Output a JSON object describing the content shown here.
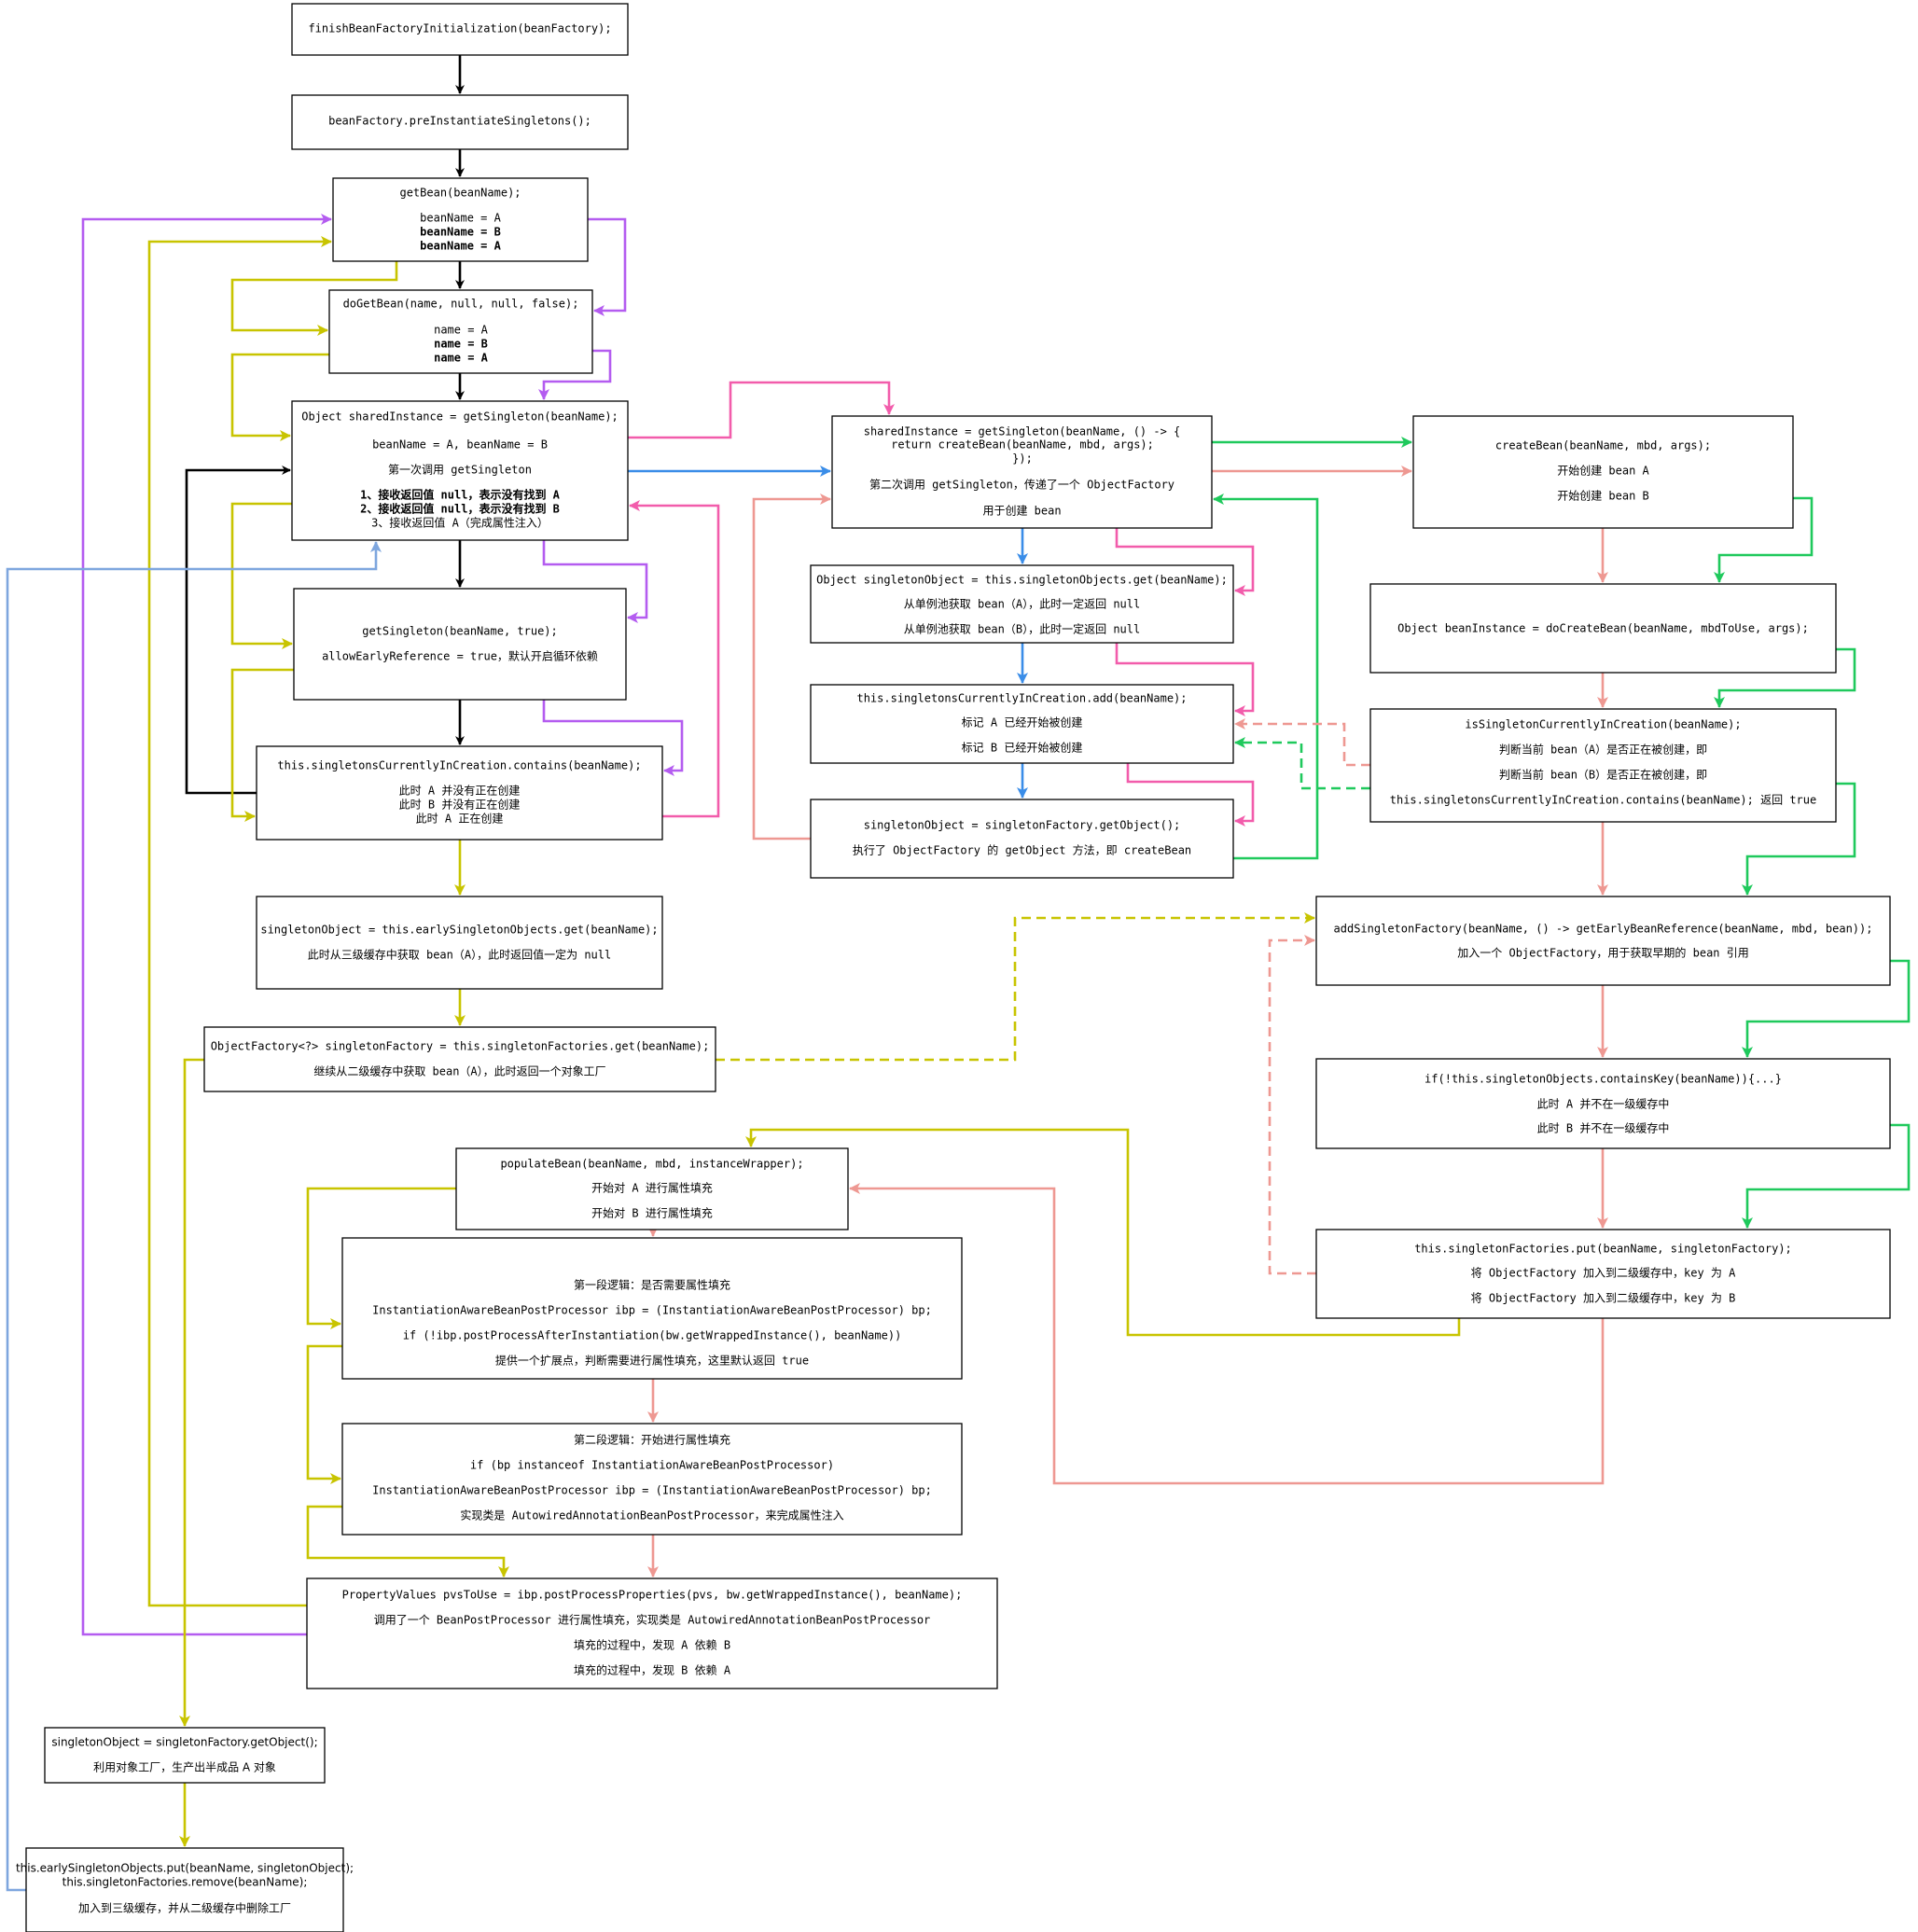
{
  "colors": {
    "black": "#000000",
    "purple": "#b45cf0",
    "olive": "#c8c400",
    "pink": "#f25cab",
    "blue": "#3a8de8",
    "green": "#1fc95c",
    "salmon": "#ee9892",
    "steel": "#7ea6de"
  },
  "nodes": [
    {
      "id": "n1",
      "lines": [
        {
          "text": "finishBeanFactoryInitialization(beanFactory);"
        }
      ]
    },
    {
      "id": "n2",
      "lines": [
        {
          "text": "beanFactory.preInstantiateSingletons();"
        }
      ]
    },
    {
      "id": "n3",
      "lines": [
        {
          "text": "getBean(beanName);"
        },
        {
          "text": "beanName = A"
        },
        {
          "text": "beanName = B",
          "color": "purple",
          "bold": true
        },
        {
          "text": "beanName = A",
          "color": "olive",
          "bold": true
        }
      ]
    },
    {
      "id": "n4",
      "lines": [
        {
          "text": "doGetBean(name, null, null, false);"
        },
        {
          "text": "name = A"
        },
        {
          "text": "name = B",
          "color": "purple",
          "bold": true
        },
        {
          "text": "name = A",
          "color": "olive",
          "bold": true
        }
      ]
    },
    {
      "id": "n5",
      "lines": [
        {
          "text": "Object sharedInstance = getSingleton(beanName);"
        },
        {
          "text": "beanName = A, beanName = B"
        },
        {
          "text": "第一次调用 getSingleton"
        },
        {
          "text": "1、接收返回值 null，表示没有找到 A",
          "bold": true
        },
        {
          "text": "2、接收返回值 null，表示没有找到 B",
          "color": "pink",
          "bold": true
        },
        {
          "text": "3、接收返回值 A（完成属性注入）",
          "color": "blue"
        }
      ]
    },
    {
      "id": "n6",
      "lines": [
        {
          "text": "getSingleton(beanName, true);"
        },
        {
          "text": "allowEarlyReference = true，默认开启循环依赖"
        }
      ]
    },
    {
      "id": "n7",
      "lines": [
        {
          "text": "this.singletonsCurrentlyInCreation.contains(beanName);"
        },
        {
          "text": "此时 A 并没有正在创建"
        },
        {
          "text": "此时 B 并没有正在创建",
          "color": "purple"
        },
        {
          "text": "此时 A 正在创建",
          "color": "olive"
        }
      ]
    },
    {
      "id": "n8",
      "lines": [
        {
          "text": "singletonObject = this.earlySingletonObjects.get(beanName);"
        },
        {
          "text": "此时从三级缓存中获取 bean（A），此时返回值一定为 null"
        }
      ]
    },
    {
      "id": "n9",
      "lines": [
        {
          "text": "ObjectFactory<?> singletonFactory = this.singletonFactories.get(beanName);"
        },
        {
          "text": "继续从二级缓存中获取 bean（A），此时返回一个对象工厂"
        }
      ]
    },
    {
      "id": "n10",
      "lines": [
        {
          "text": "sharedInstance = getSingleton(beanName, () -> {"
        },
        {
          "text": "return createBean(beanName, mbd, args);"
        },
        {
          "text": "});"
        },
        {
          "text": "第二次调用 getSingleton，传递了一个 ObjectFactory"
        },
        {
          "text": "用于创建 bean"
        }
      ]
    },
    {
      "id": "n11",
      "lines": [
        {
          "text": "Object singletonObject = this.singletonObjects.get(beanName);"
        },
        {
          "text": "从单例池获取 bean（A），此时一定返回 null",
          "color": "blue"
        },
        {
          "text": "从单例池获取 bean（B），此时一定返回 null",
          "color": "pink"
        }
      ]
    },
    {
      "id": "n12",
      "lines": [
        {
          "text": "this.singletonsCurrentlyInCreation.add(beanName);"
        },
        {
          "text": "标记 A 已经开始被创建",
          "color": "blue"
        },
        {
          "text": "标记 B 已经开始被创建",
          "color": "pink"
        }
      ]
    },
    {
      "id": "n13",
      "lines": [
        {
          "text": "singletonObject = singletonFactory.getObject();"
        },
        {
          "text": "执行了 ObjectFactory 的 getObject 方法，即 createBean"
        }
      ]
    },
    {
      "id": "n14",
      "lines": [
        {
          "text": "createBean(beanName, mbd, args);"
        },
        {
          "text": "开始创建 bean A"
        },
        {
          "text": "开始创建 bean B",
          "color": "green"
        }
      ]
    },
    {
      "id": "n15",
      "lines": [
        {
          "text": "Object beanInstance = doCreateBean(beanName, mbdToUse, args);"
        }
      ]
    },
    {
      "id": "n16",
      "lines": [
        {
          "text": "isSingletonCurrentlyInCreation(beanName);"
        },
        {
          "text": "判断当前 bean（A）是否正在被创建，即"
        },
        {
          "text": "判断当前 bean（B）是否正在被创建，即",
          "color": "green"
        },
        {
          "text": "this.singletonsCurrentlyInCreation.contains(beanName); 返回 true"
        }
      ]
    },
    {
      "id": "n17",
      "lines": [
        {
          "text": "addSingletonFactory(beanName, () -> getEarlyBeanReference(beanName, mbd, bean));"
        },
        {
          "text": "加入一个 ObjectFactory，用于获取早期的 bean 引用"
        }
      ]
    },
    {
      "id": "n18",
      "lines": [
        {
          "text": "if(!this.singletonObjects.containsKey(beanName)){...}"
        },
        {
          "text": "此时 A 并不在一级缓存中"
        },
        {
          "text": "此时 B 并不在一级缓存中",
          "color": "green"
        }
      ]
    },
    {
      "id": "n19",
      "lines": [
        {
          "text": "this.singletonFactories.put(beanName, singletonFactory);"
        },
        {
          "text": "将 ObjectFactory 加入到二级缓存中，key 为 A"
        },
        {
          "text": "将 ObjectFactory 加入到二级缓存中，key 为 B",
          "color": "green"
        }
      ]
    },
    {
      "id": "n20",
      "lines": [
        {
          "text": "populateBean(beanName, mbd, instanceWrapper);"
        },
        {
          "text": "开始对 A 进行属性填充"
        },
        {
          "text": "开始对 B 进行属性填充",
          "color": "olive"
        }
      ]
    },
    {
      "id": "n21",
      "lines": [
        {
          "text": "第一段逻辑：是否需要属性填充"
        },
        {
          "text": "InstantiationAwareBeanPostProcessor ibp = (InstantiationAwareBeanPostProcessor) bp;"
        },
        {
          "text": "if (!ibp.postProcessAfterInstantiation(bw.getWrappedInstance(), beanName))"
        },
        {
          "text": "提供一个扩展点，判断需要进行属性填充，这里默认返回 true"
        }
      ]
    },
    {
      "id": "n22",
      "lines": [
        {
          "text": "第二段逻辑：开始进行属性填充"
        },
        {
          "text": "if (bp instanceof InstantiationAwareBeanPostProcessor)"
        },
        {
          "text": "InstantiationAwareBeanPostProcessor ibp = (InstantiationAwareBeanPostProcessor) bp;"
        },
        {
          "text": "实现类是 AutowiredAnnotationBeanPostProcessor，来完成属性注入"
        }
      ]
    },
    {
      "id": "n23",
      "lines": [
        {
          "text": "PropertyValues pvsToUse = ibp.postProcessProperties(pvs, bw.getWrappedInstance(), beanName);"
        },
        {
          "text": "调用了一个 BeanPostProcessor 进行属性填充，实现类是 AutowiredAnnotationBeanPostProcessor"
        },
        {
          "text": "填充的过程中，发现 A 依赖 B"
        },
        {
          "text": "填充的过程中，发现 B 依赖 A",
          "color": "olive"
        }
      ]
    },
    {
      "id": "n24",
      "lines": [
        {
          "text": "singletonObject = singletonFactory.getObject();"
        },
        {
          "text": "利用对象工厂，生产出半成品 A 对象"
        }
      ]
    },
    {
      "id": "n25",
      "lines": [
        {
          "text": "this.earlySingletonObjects.put(beanName, singletonObject);"
        },
        {
          "text": "this.singletonFactories.remove(beanName);"
        },
        {
          "text": "加入到三级缓存，并从二级缓存中删除工厂"
        }
      ]
    }
  ]
}
